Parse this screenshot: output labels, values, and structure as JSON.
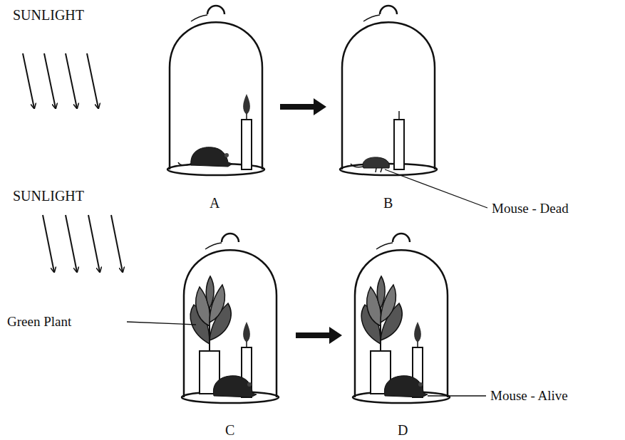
{
  "diagram": {
    "labels": [
      "SUNLIGHT",
      "SUNLIGHT",
      "A",
      "B",
      "C",
      "D",
      "Mouse - Dead",
      "Green Plant",
      "Mouse - Alive"
    ]
  }
}
